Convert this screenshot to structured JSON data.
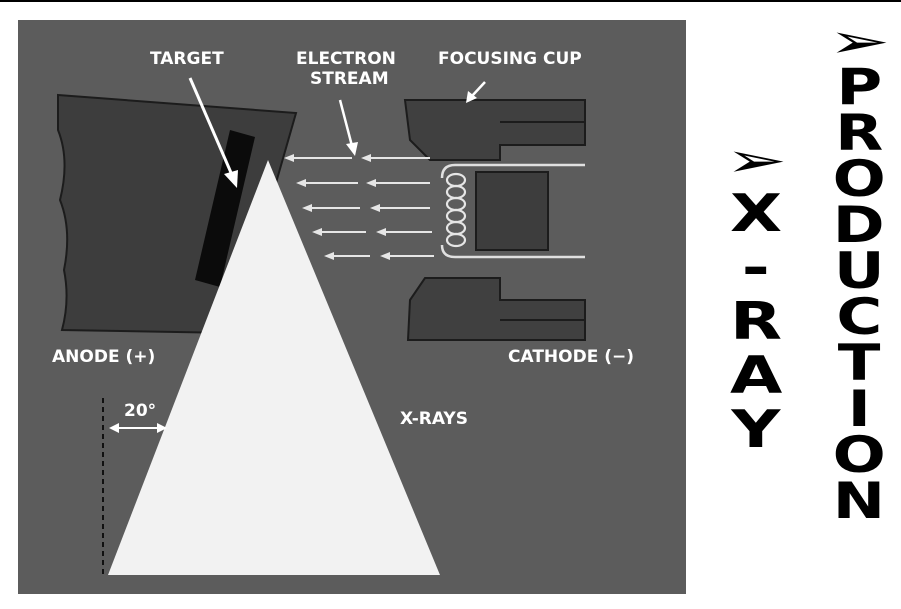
{
  "labels": {
    "target": "TARGET",
    "electron_stream_line1": "ELECTRON",
    "electron_stream_line2": "STREAM",
    "focusing_cup": "FOCUSING CUP",
    "anode": "ANODE (+)",
    "cathode": "CATHODE (−)",
    "angle": "20°",
    "xrays": "X-RAYS"
  },
  "title": {
    "arrow": "➢",
    "left_letters": [
      "X",
      "-",
      "R",
      "A",
      "Y"
    ],
    "right_letters": [
      "P",
      "R",
      "O",
      "D",
      "U",
      "C",
      "T",
      "I",
      "O",
      "N"
    ]
  },
  "colors": {
    "panel": "#5c5c5c",
    "anode_fill": "#404040",
    "target": "#0d0d0d",
    "beam": "#f2f2f2",
    "arrows": "#e6e6e6"
  }
}
